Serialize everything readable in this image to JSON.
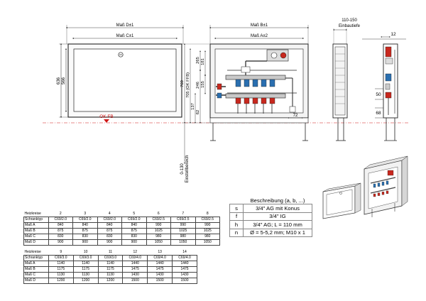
{
  "drawing": {
    "front_view": {
      "dim_d": "Maß D±1",
      "dim_c": "Maß C±1",
      "height_outer": "636",
      "height_inner": "566",
      "okfb": "OK FB"
    },
    "middle_view": {
      "dim_b": "Maß B±1",
      "dim_a": "Maß A±2",
      "h760": "760",
      "h705": "705 (OK FFB)",
      "h265": "265",
      "h181": "181",
      "h246": "246",
      "h155": "155",
      "h137": "137",
      "h62": "62",
      "w72": "72",
      "setting_range": "0-130",
      "setting_label": "Einstellbereich"
    },
    "side_view": {
      "depth": "110-150",
      "depth_label": "Einbautiefe"
    },
    "right_view": {
      "d12": "12",
      "d50": "50",
      "d68": "68"
    }
  },
  "tables": [
    {
      "rows": [
        [
          "Heizkreise",
          "2",
          "3",
          "4",
          "5",
          "6",
          "7",
          "8"
        ],
        [
          "Schranktyp",
          "C69/2.0",
          "C69/2.0",
          "C69/2.0",
          "C69/2.0",
          "C69/2.5",
          "C69/2.5",
          "C69/2.5"
        ],
        [
          "Maß A",
          "840",
          "840",
          "840",
          "840",
          "990",
          "990",
          "990"
        ],
        [
          "Maß B",
          "875",
          "875",
          "875",
          "875",
          "1025",
          "1025",
          "1025"
        ],
        [
          "Maß C",
          "830",
          "830",
          "830",
          "830",
          "980",
          "980",
          "980"
        ],
        [
          "Maß D",
          "900",
          "900",
          "900",
          "900",
          "1050",
          "1050",
          "1050"
        ]
      ]
    },
    {
      "rows": [
        [
          "Heizkreise",
          "9",
          "10",
          "11",
          "12",
          "13",
          "14"
        ],
        [
          "Schranktyp",
          "C69/3.0",
          "C69/3.0",
          "C69/3.0",
          "C69/4.0",
          "C69/4.0",
          "C69/4.0"
        ],
        [
          "Maß A",
          "1140",
          "1140",
          "1140",
          "1440",
          "1440",
          "1440"
        ],
        [
          "Maß B",
          "1175",
          "1175",
          "1175",
          "1475",
          "1475",
          "1475"
        ],
        [
          "Maß C",
          "1130",
          "1130",
          "1130",
          "1430",
          "1430",
          "1430"
        ],
        [
          "Maß D",
          "1200",
          "1200",
          "1200",
          "1500",
          "1500",
          "1500"
        ]
      ]
    }
  ],
  "legend": {
    "heading": "Beschreibung (a, b, ...)",
    "rows": [
      {
        "sym": "s",
        "text": "3/4\" AG mit Konus"
      },
      {
        "sym": "f",
        "text": "3/4\" IG"
      },
      {
        "sym": "h",
        "text": "3/4\" AG; L = 110 mm"
      },
      {
        "sym": "n",
        "text": "Ø = 5-5,2 mm; M10 x 1"
      }
    ]
  },
  "colors": {
    "line": "#1a1a1a",
    "reference_line": "#d01818",
    "dimension": "#444444",
    "valve_red": "#c8281e",
    "valve_blue": "#2a6fb0",
    "frame_fill": "#f4f4f4"
  }
}
